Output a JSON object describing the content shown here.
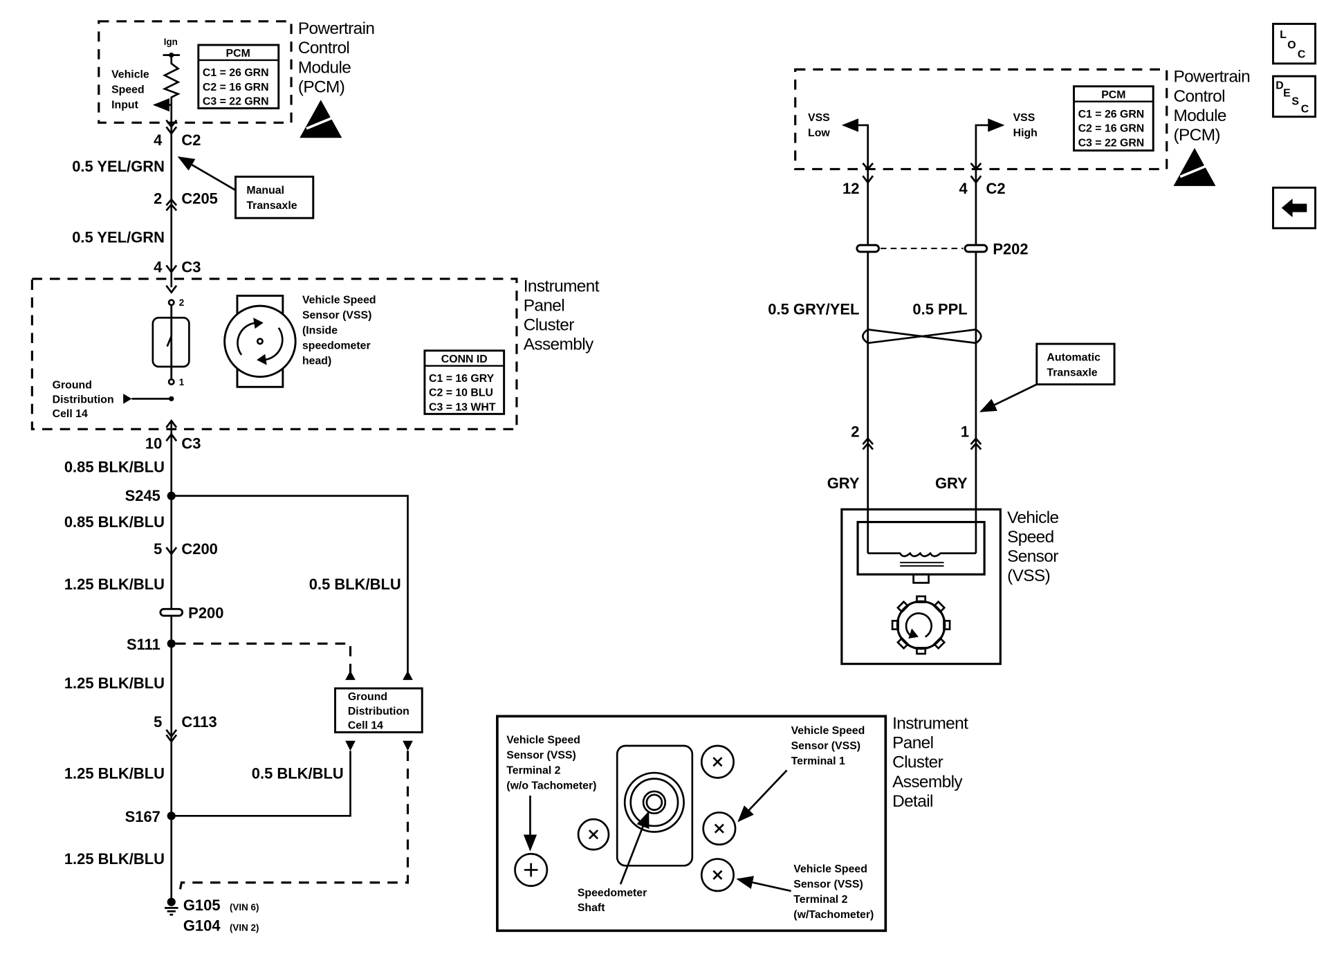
{
  "nav_buttons": {
    "loc": [
      "L",
      "O",
      "C"
    ],
    "desc": [
      "D",
      "E",
      "S",
      "C"
    ],
    "back_icon": "left-arrow-icon"
  },
  "left": {
    "pcm_module": {
      "title": [
        "Powertrain",
        "Control",
        "Module",
        "(PCM)"
      ],
      "ign": "Ign",
      "input_label": [
        "Vehicle",
        "Speed",
        "Input"
      ],
      "table_header": "PCM",
      "table_rows": [
        "C1 = 26 GRN",
        "C2 = 16 GRN",
        "C3 = 22 GRN"
      ],
      "esd_icon": "esd-warning-icon"
    },
    "connectors": [
      {
        "pin": "4",
        "name": "C2"
      },
      {
        "pin": "2",
        "name": "C205"
      },
      {
        "pin": "4",
        "name": "C3"
      },
      {
        "pin": "10",
        "name": "C3"
      },
      {
        "pin": "5",
        "name": "C200"
      },
      {
        "pin": "5",
        "name": "C113"
      }
    ],
    "wires": [
      "0.5 YEL/GRN",
      "0.5 YEL/GRN",
      "0.85 BLK/BLU",
      "0.85 BLK/BLU",
      "1.25 BLK/BLU",
      "1.25 BLK/BLU",
      "1.25 BLK/BLU",
      "1.25 BLK/BLU"
    ],
    "branch_wires": [
      "0.5 BLK/BLU",
      "0.5 BLK/BLU"
    ],
    "manual_transaxle": [
      "Manual",
      "Transaxle"
    ],
    "cluster": {
      "title": [
        "Instrument",
        "Panel",
        "Cluster",
        "Assembly"
      ],
      "switch_pins": [
        "2",
        "1"
      ],
      "ground_label": [
        "Ground",
        "Distribution",
        "Cell 14"
      ],
      "vss_label": [
        "Vehicle Speed",
        "Sensor (VSS)",
        "(Inside",
        "speedometer",
        "head)"
      ],
      "conn_header": "CONN ID",
      "conn_rows": [
        "C1 = 16 GRY",
        "C2 = 10 BLU",
        "C3 = 13 WHT"
      ]
    },
    "splices": [
      "S245",
      "S111",
      "S167"
    ],
    "pass_through": "P200",
    "ground_box": [
      "Ground",
      "Distribution",
      "Cell 14"
    ],
    "grounds": [
      {
        "id": "G105",
        "note": "(VIN 6)"
      },
      {
        "id": "G104",
        "note": "(VIN 2)"
      }
    ]
  },
  "right": {
    "pcm_module": {
      "title": [
        "Powertrain",
        "Control",
        "Module",
        "(PCM)"
      ],
      "vss_low": [
        "VSS",
        "Low"
      ],
      "vss_high": [
        "VSS",
        "High"
      ],
      "table_header": "PCM",
      "table_rows": [
        "C1 = 26 GRN",
        "C2 = 16 GRN",
        "C3 = 22 GRN"
      ],
      "esd_icon": "esd-warning-icon"
    },
    "pins_top": [
      "12",
      "4"
    ],
    "connector_top": "C2",
    "pass_through": "P202",
    "wires": [
      "0.5 GRY/YEL",
      "0.5 PPL"
    ],
    "automatic_transaxle": [
      "Automatic",
      "Transaxle"
    ],
    "pins_bottom": [
      "2",
      "1"
    ],
    "lower_wires": [
      "GRY",
      "GRY"
    ],
    "vss": [
      "Vehicle",
      "Speed",
      "Sensor",
      "(VSS)"
    ]
  },
  "detail": {
    "title": [
      "Instrument",
      "Panel",
      "Cluster",
      "Assembly",
      "Detail"
    ],
    "term2_no_tach": [
      "Vehicle Speed",
      "Sensor (VSS)",
      "Terminal 2",
      "(w/o Tachometer)"
    ],
    "term1": [
      "Vehicle Speed",
      "Sensor (VSS)",
      "Terminal 1"
    ],
    "term2_tach": [
      "Vehicle Speed",
      "Sensor (VSS)",
      "Terminal 2",
      "(w/Tachometer)"
    ],
    "shaft": [
      "Speedometer",
      "Shaft"
    ]
  }
}
